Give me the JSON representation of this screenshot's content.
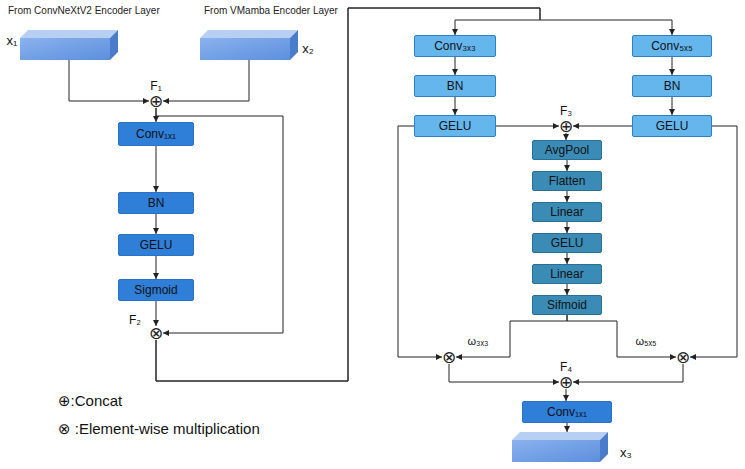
{
  "diagram": {
    "nodes": [
      {
        "text": [
          "x₁"
        ]
      },
      {
        "text": [
          "x₂"
        ]
      },
      {
        "text": [
          "⊕",
          "F₁"
        ]
      },
      {
        "text": [
          "Conv₁ₓ₁"
        ]
      },
      {
        "text": [
          "BN"
        ]
      },
      {
        "text": [
          "GELU"
        ]
      },
      {
        "text": [
          "Sigmoid"
        ]
      },
      {
        "text": [
          "⊗",
          "F₂"
        ]
      },
      {
        "text": [
          "Conv₃ₓ₃"
        ]
      },
      {
        "text": [
          "Conv₅ₓ₅"
        ]
      },
      {
        "text": [
          "BN"
        ]
      },
      {
        "text": [
          "BN"
        ]
      },
      {
        "text": [
          "GELU"
        ]
      },
      {
        "text": [
          "GELU"
        ]
      },
      {
        "text": [
          "⊕",
          "F₃"
        ]
      },
      {
        "text": [
          "AvgPool"
        ]
      },
      {
        "text": [
          "Flatten"
        ]
      },
      {
        "text": [
          "Linear"
        ]
      },
      {
        "text": [
          "GELU"
        ]
      },
      {
        "text": [
          "Linear"
        ]
      },
      {
        "text": [
          "Sifmoid"
        ]
      },
      {
        "text": [
          "⊗"
        ]
      },
      {
        "text": [
          "⊗"
        ]
      },
      {
        "text": [
          "⊕",
          "F₄"
        ]
      },
      {
        "text": [
          "Conv₁ₓ₁"
        ]
      },
      {
        "text": [
          "x₃"
        ]
      }
    ],
    "edges": [
      {
        "from": 0,
        "to": 2,
        "arrow": "to"
      },
      {
        "from": 1,
        "to": 2,
        "arrow": "to"
      },
      {
        "from": 2,
        "to": 3,
        "arrow": "to"
      },
      {
        "from": 2,
        "to": 7,
        "arrow": "to"
      },
      {
        "from": 3,
        "to": 4,
        "arrow": "to"
      },
      {
        "from": 4,
        "to": 5,
        "arrow": "to"
      },
      {
        "from": 5,
        "to": 6,
        "arrow": "to"
      },
      {
        "from": 6,
        "to": 7,
        "arrow": "to"
      },
      {
        "from": 7,
        "to": 8,
        "arrow": "to"
      },
      {
        "from": 7,
        "to": 9,
        "arrow": "to"
      },
      {
        "from": 8,
        "to": 10,
        "arrow": "to"
      },
      {
        "from": 9,
        "to": 11,
        "arrow": "to"
      },
      {
        "from": 10,
        "to": 12,
        "arrow": "to"
      },
      {
        "from": 11,
        "to": 13,
        "arrow": "to"
      },
      {
        "from": 12,
        "to": 14,
        "arrow": "to"
      },
      {
        "from": 13,
        "to": 14,
        "arrow": "to"
      },
      {
        "from": 14,
        "to": 15,
        "arrow": "to"
      },
      {
        "from": 15,
        "to": 16,
        "arrow": "to"
      },
      {
        "from": 16,
        "to": 17,
        "arrow": "to"
      },
      {
        "from": 17,
        "to": 18,
        "arrow": "to"
      },
      {
        "from": 18,
        "to": 19,
        "arrow": "to"
      },
      {
        "from": 19,
        "to": 20,
        "arrow": "to"
      },
      {
        "from": 20,
        "to": 21,
        "label": "ω₃ₓ₃",
        "arrow": "to"
      },
      {
        "from": 20,
        "to": 22,
        "label": "ω₅ₓ₅",
        "arrow": "to"
      },
      {
        "from": 12,
        "to": 21,
        "arrow": "to"
      },
      {
        "from": 13,
        "to": 22,
        "arrow": "to"
      },
      {
        "from": 21,
        "to": 23,
        "arrow": "to"
      },
      {
        "from": 22,
        "to": 23,
        "arrow": "to"
      },
      {
        "from": 23,
        "to": 24,
        "arrow": "to"
      },
      {
        "from": 24,
        "to": 25,
        "arrow": "to"
      }
    ],
    "labels": [
      "From ConvNeXtV2 Encoder Layer",
      "From VMamba Encoder Layer"
    ],
    "legend": [
      {
        "text": "⊕:Concat"
      },
      {
        "text": "⊗ :Element-wise multiplication"
      }
    ]
  }
}
